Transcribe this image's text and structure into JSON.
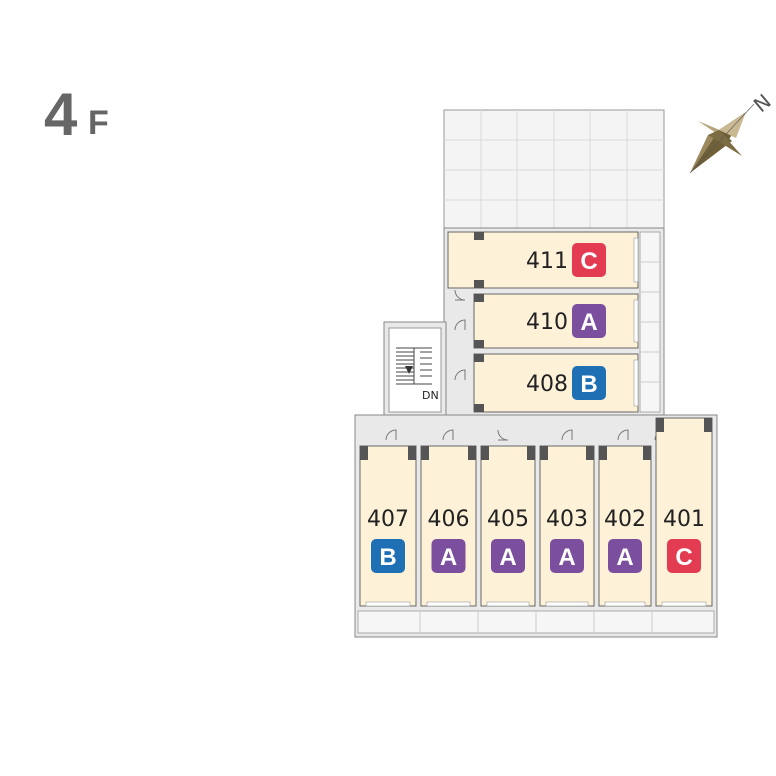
{
  "floor": {
    "number": "4",
    "suffix": "F"
  },
  "compass": {
    "north_label": "N"
  },
  "stairs": {
    "label": "DN"
  },
  "type_colors": {
    "A": "#7b4f9e",
    "B": "#1f6fb5",
    "C": "#e23b52"
  },
  "rooms": [
    {
      "number": "411",
      "type": "C"
    },
    {
      "number": "410",
      "type": "A"
    },
    {
      "number": "408",
      "type": "B"
    },
    {
      "number": "407",
      "type": "B"
    },
    {
      "number": "406",
      "type": "A"
    },
    {
      "number": "405",
      "type": "A"
    },
    {
      "number": "403",
      "type": "A"
    },
    {
      "number": "402",
      "type": "A"
    },
    {
      "number": "401",
      "type": "C"
    }
  ]
}
